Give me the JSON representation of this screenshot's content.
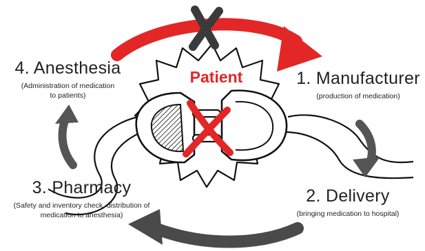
{
  "center": {
    "label": "Patient"
  },
  "steps": [
    {
      "title": "1. Manufacturer",
      "description": "(production of medication)"
    },
    {
      "title": "2. Delivery",
      "description": "(bringing medication to hospital)"
    },
    {
      "title": "3. Pharmacy",
      "description_lines": [
        "(Safety and inventory check, distribution of",
        "medication to anesthesia)"
      ]
    },
    {
      "title": "4. Anesthesia",
      "description_lines": [
        "(Administration of medication",
        "to patients)"
      ]
    }
  ],
  "colors": {
    "accent_red": "#e32626",
    "arrow_gray": "#555555",
    "ink": "#222222"
  },
  "icons": [
    "curved-arrow-icon",
    "x-mark-icon",
    "unplugged-connector-icon",
    "starburst-shape"
  ]
}
